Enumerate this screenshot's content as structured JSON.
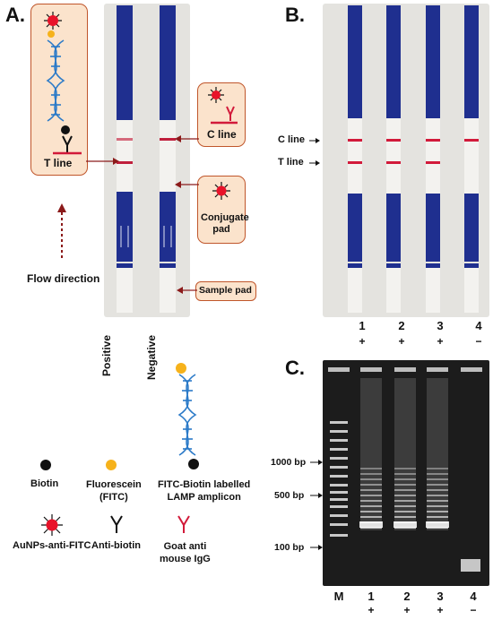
{
  "panels": {
    "a": "A.",
    "b": "B.",
    "c": "C."
  },
  "panel_a": {
    "t_line": "T line",
    "c_line": "C line",
    "conjugate_pad": "Conjugate\npad",
    "sample_pad": "Sample pad",
    "flow_direction": "Flow direction",
    "positive": "Positive",
    "negative": "Negative"
  },
  "panel_b": {
    "c_line": "C line",
    "t_line": "T line",
    "lanes": [
      "1",
      "2",
      "3",
      "4"
    ],
    "signs": [
      "+",
      "+",
      "+",
      "−"
    ]
  },
  "panel_c": {
    "markers": [
      "1000 bp",
      "500 bp",
      "100 bp"
    ],
    "lanes": [
      "M",
      "1",
      "2",
      "3",
      "4"
    ],
    "signs": [
      "+",
      "+",
      "+",
      "−"
    ]
  },
  "legend": {
    "biotin": "Biotin",
    "fitc": "Fluorescein\n(FITC)",
    "amplicon": "FITC-Biotin labelled\nLAMP amplicon",
    "aunp": "AuNPs-anti-FITC",
    "anti_biotin": "Anti-biotin",
    "goat": "Goat anti\nmouse IgG"
  },
  "colors": {
    "box_fill": "#fbe3cc",
    "box_border": "#c0562b",
    "strip_blue": "#1f2f8f",
    "line_red": "#d21a3a",
    "arrow": "#8b1a1a"
  }
}
